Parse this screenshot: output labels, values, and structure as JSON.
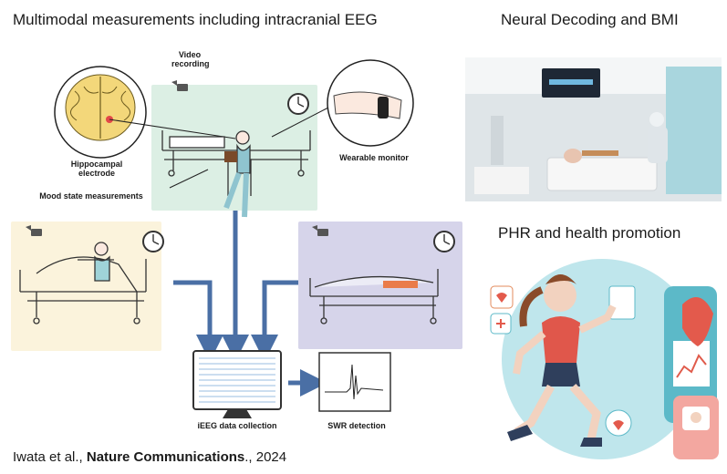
{
  "titles": {
    "left": "Multimodal measurements including intracranial EEG",
    "right_top": "Neural Decoding and BMI",
    "right_bottom": "PHR and health promotion"
  },
  "labels": {
    "video_recording": "Video\nrecording",
    "hippocampal_electrode": "Hippocampal\nelectrode",
    "wearable_monitor": "Wearable monitor",
    "mood_state": "Mood state measurements",
    "ieeg_collection": "iEEG data collection",
    "swr_detection": "SWR detection"
  },
  "citation": {
    "authors": "Iwata et al., ",
    "journal": "Nature Communications",
    "year": "., 2024"
  },
  "colors": {
    "green_panel": "#dcefe4",
    "yellow_panel": "#fbf3dc",
    "purple_panel": "#d6d4ea",
    "arrow": "#4a6fa5",
    "brain_fill": "#f3d77a"
  }
}
